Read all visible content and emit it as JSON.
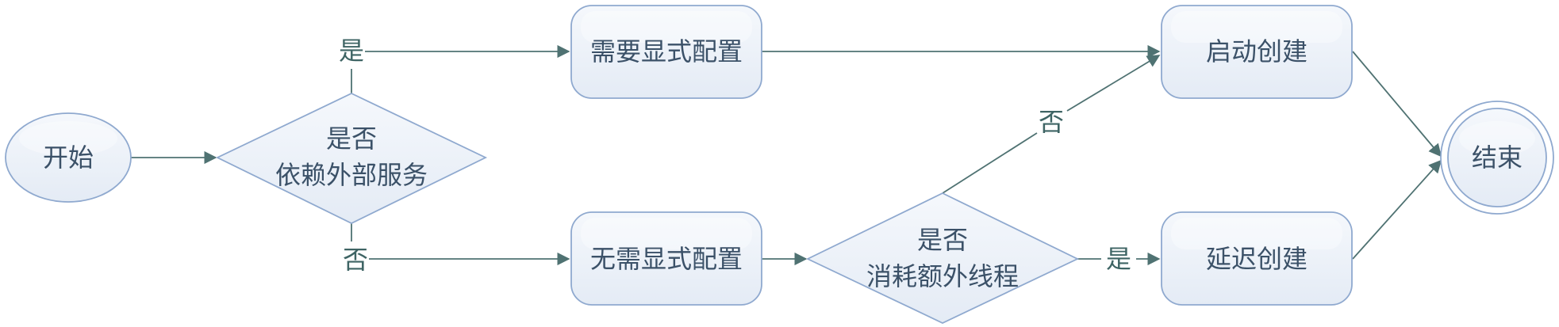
{
  "nodes": {
    "start": "开始",
    "decision_external": [
      "是否",
      "依赖外部服务"
    ],
    "need_config": "需要显式配置",
    "no_config": "无需显式配置",
    "decision_thread": [
      "是否",
      "消耗额外线程"
    ],
    "create_on_start": "启动创建",
    "lazy_create": "延迟创建",
    "end": "结束"
  },
  "edges": {
    "external_yes": "是",
    "external_no": "否",
    "thread_yes": "是",
    "thread_no": "否"
  },
  "colors": {
    "node_fill_top": "#f3f6fb",
    "node_fill_bottom": "#e7edf6",
    "node_stroke": "#8fa9cf",
    "text": "#3b5168",
    "edge": "#4f7272"
  }
}
